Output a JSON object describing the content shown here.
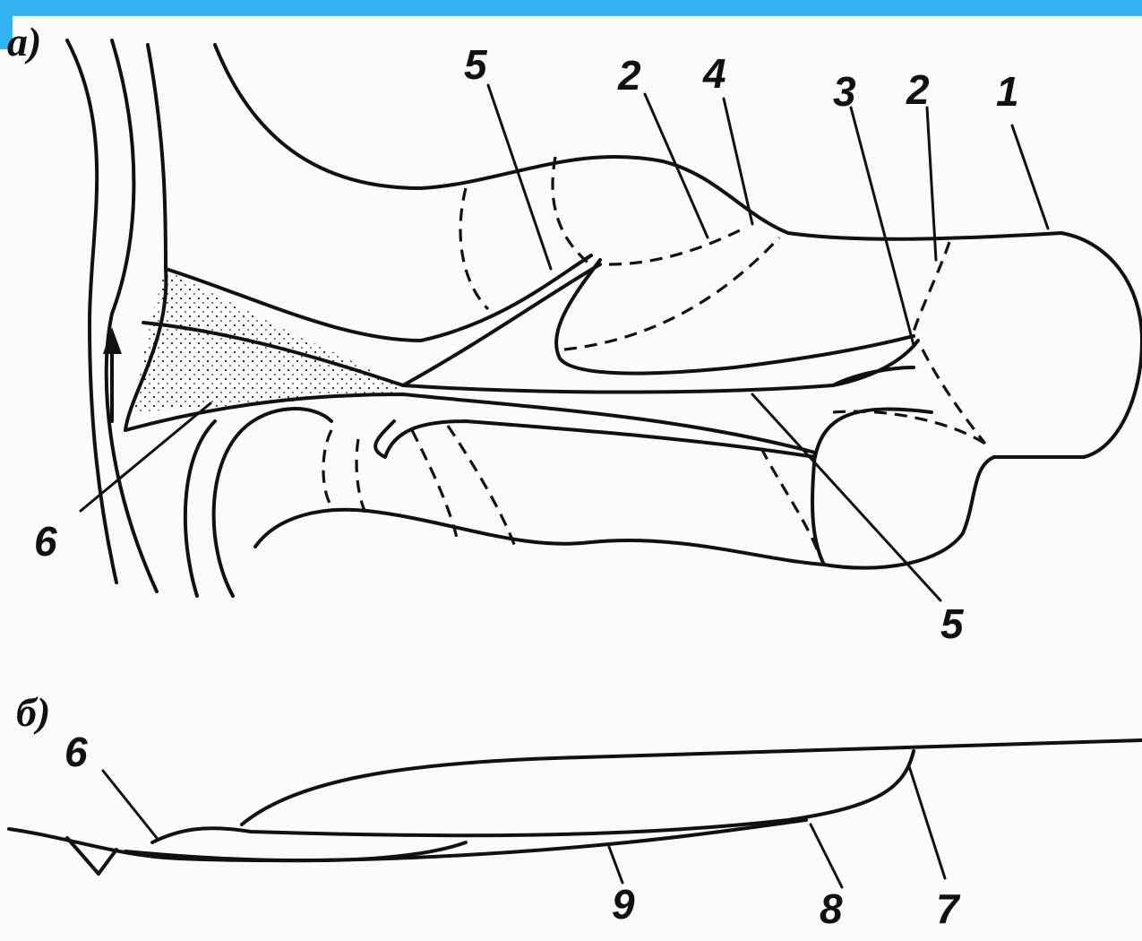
{
  "colors": {
    "top_bar": "#33b3ef",
    "ink": "#111111",
    "paper": "#fbfbf9"
  },
  "panels": {
    "a": "a)",
    "b": "б)"
  },
  "labels": {
    "l1": "1",
    "l2a": "2",
    "l2b": "2",
    "l3": "3",
    "l4": "4",
    "l5a": "5",
    "l5b": "5",
    "l6a": "6",
    "l6b": "6",
    "l7": "7",
    "l8": "8",
    "l9": "9"
  }
}
